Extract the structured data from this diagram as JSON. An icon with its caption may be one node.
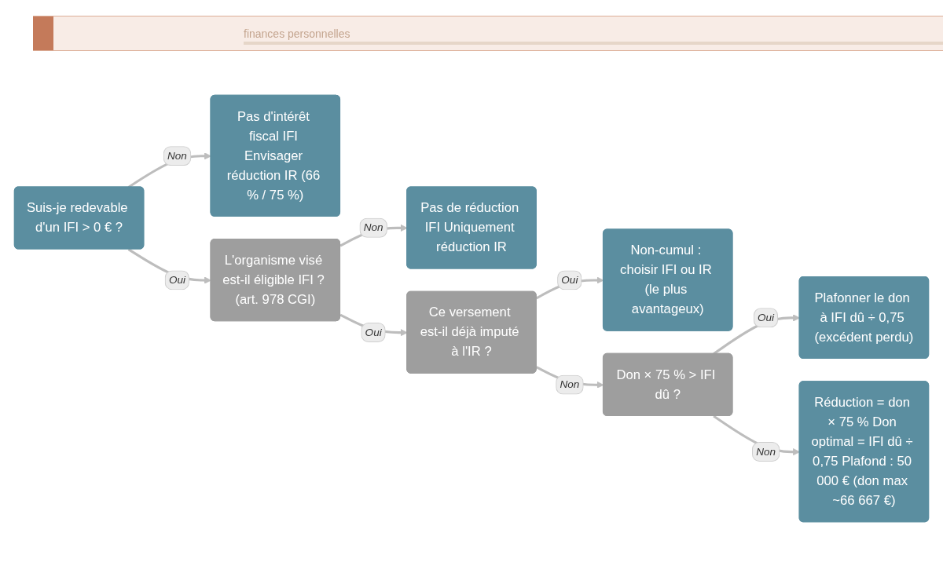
{
  "diagram": {
    "nodes": [
      {
        "text": [
          "Suis-je redevable d'un IFI > 0 € ?"
        ]
      },
      {
        "text": [
          "Pas d'intérêt fiscal IFI Envisager réduction IR (66 % / 75 %)"
        ]
      },
      {
        "text": [
          "L'organisme visé est-il éligible IFI ? (art. 978 CGI)"
        ]
      },
      {
        "text": [
          "Pas de réduction IFI Uniquement réduction IR"
        ]
      },
      {
        "text": [
          "Ce versement est-il déjà imputé à l'IR ?"
        ]
      },
      {
        "text": [
          "Non-cumul : choisir IFI ou IR (le plus avantageux)"
        ]
      },
      {
        "text": [
          "Don × 75 % > IFI dû ?"
        ]
      },
      {
        "text": [
          "Plafonner le don à IFI dû ÷ 0,75 (excédent perdu)"
        ]
      },
      {
        "text": [
          "Réduction = don × 75 % Don optimal = IFI dû ÷ 0,75 Plafond : 50 000 € (don max ~66 667 €)"
        ]
      }
    ],
    "edges": [
      {
        "from": 0,
        "to": 1,
        "arrow": "to",
        "label": "Non"
      },
      {
        "from": 0,
        "to": 2,
        "arrow": "to",
        "label": "Oui"
      },
      {
        "from": 2,
        "to": 3,
        "arrow": "to",
        "label": "Non"
      },
      {
        "from": 2,
        "to": 4,
        "arrow": "to",
        "label": "Oui"
      },
      {
        "from": 4,
        "to": 5,
        "arrow": "to",
        "label": "Oui"
      },
      {
        "from": 4,
        "to": 6,
        "arrow": "to",
        "label": "Non"
      },
      {
        "from": 6,
        "to": 7,
        "arrow": "to",
        "label": "Oui"
      },
      {
        "from": 6,
        "to": 8,
        "arrow": "to",
        "label": "Non"
      }
    ],
    "labels": [
      "finances personnelles"
    ]
  }
}
